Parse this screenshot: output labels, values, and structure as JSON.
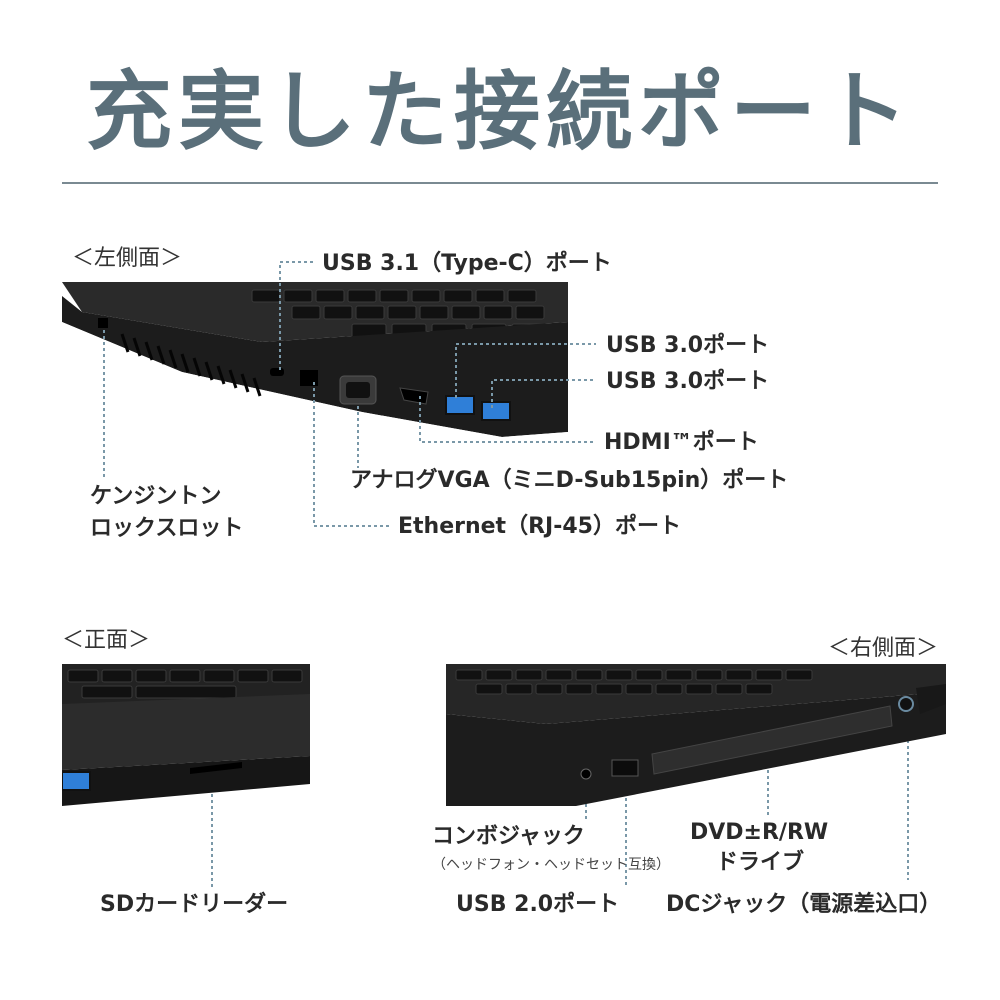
{
  "title": "充実した接続ポート",
  "sections": {
    "left_side": "＜左側面＞",
    "front": "＜正面＞",
    "right_side": "＜右側面＞"
  },
  "left_ports": {
    "usb31c": "USB 3.1（Type-C）ポート",
    "usb30_a": "USB 3.0ポート",
    "usb30_b": "USB 3.0ポート",
    "hdmi": "HDMI™ポート",
    "vga": "アナログVGA（ミニD-Sub15pin）ポート",
    "ethernet": "Ethernet（RJ-45）ポート",
    "kensington_line1": "ケンジントン",
    "kensington_line2": "ロックスロット"
  },
  "front_ports": {
    "sd": "SDカードリーダー"
  },
  "right_ports": {
    "combo": "コンボジャック",
    "combo_note": "（ヘッドフォン・ヘッドセット互換）",
    "usb20": "USB 2.0ポート",
    "dvd_line1": "DVD±R/RW",
    "dvd_line2": "ドライブ",
    "dc": "DCジャック（電源差込口）"
  },
  "colors": {
    "title": "#5a6f7a",
    "leader": "#7a98a8",
    "laptop": "#1e1e1e",
    "usb3_blue": "#2f7fd8"
  }
}
